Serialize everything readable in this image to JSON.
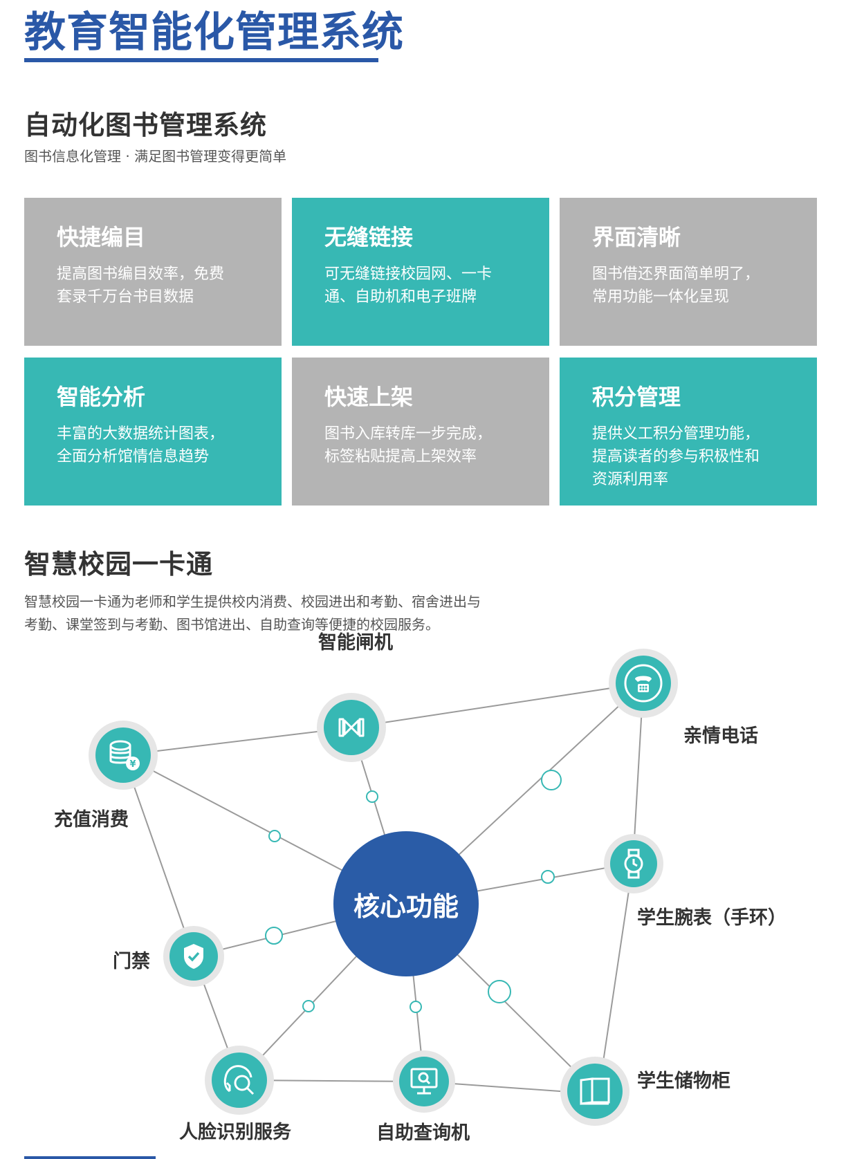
{
  "page_title": "教育智能化管理系统",
  "library": {
    "title": "自动化图书管理系统",
    "subtitle": "图书信息化管理 · 满足图书管理变得更简单",
    "cards": [
      {
        "title": "快捷编目",
        "desc": "提高图书编目效率，免费\n套录千万台书目数据",
        "color": "gray"
      },
      {
        "title": "无缝链接",
        "desc": "可无缝链接校园网、一卡\n通、自助机和电子班牌",
        "color": "teal"
      },
      {
        "title": "界面清晰",
        "desc": "图书借还界面简单明了，\n常用功能一体化呈现",
        "color": "gray"
      },
      {
        "title": "智能分析",
        "desc": "丰富的大数据统计图表，\n全面分析馆情信息趋势",
        "color": "teal"
      },
      {
        "title": "快速上架",
        "desc": "图书入库转库一步完成，\n标签粘贴提高上架效率",
        "color": "gray"
      },
      {
        "title": "积分管理",
        "desc": "提供义工积分管理功能，\n提高读者的参与积极性和\n资源利用率",
        "color": "teal"
      }
    ]
  },
  "campus": {
    "title": "智慧校园一卡通",
    "desc_line1": "智慧校园一卡通为老师和学生提供校内消费、校园进出和考勤、宿舍进出与",
    "desc_line2": "考勤、课堂签到与考勤、图书馆进出、自助查询等便捷的校园服务。",
    "core_label": "核心功能",
    "nodes": {
      "gate": {
        "label": "智能闸机",
        "icon": "turnstile-icon"
      },
      "phone": {
        "label": "亲情电话",
        "icon": "phone-icon"
      },
      "recharge": {
        "label": "充值消费",
        "icon": "coins-icon"
      },
      "watch": {
        "label": "学生腕表（手环）",
        "icon": "watch-icon"
      },
      "access": {
        "label": "门禁",
        "icon": "shield-check-icon"
      },
      "face": {
        "label": "人脸识别服务",
        "icon": "face-recognition-icon"
      },
      "kiosk": {
        "label": "自助查询机",
        "icon": "kiosk-search-icon"
      },
      "locker": {
        "label": "学生储物柜",
        "icon": "locker-icon"
      }
    }
  },
  "colors": {
    "brand_blue": "#2a58a7",
    "teal": "#37b8b4",
    "gray_card": "#b4b4b4",
    "core_blue": "#2a5ca7"
  }
}
